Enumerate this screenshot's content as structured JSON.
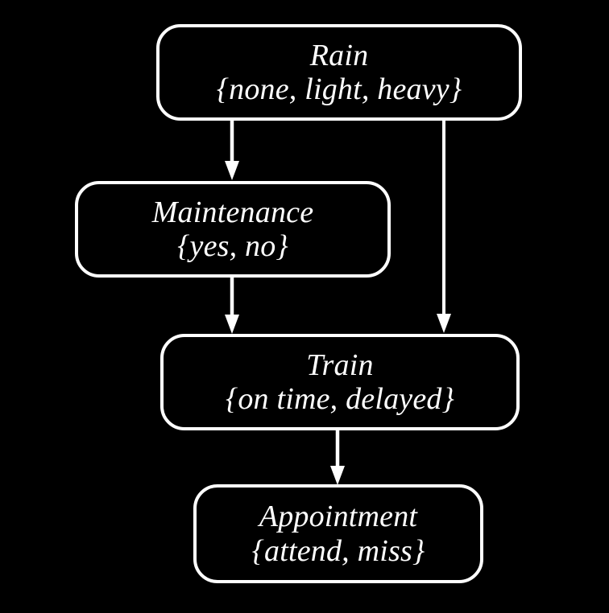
{
  "diagram": {
    "type": "bayesian-network",
    "background_color": "#000000",
    "node_border_color": "#ffffff",
    "node_fill_color": "#000000",
    "text_color": "#ffffff",
    "edge_color": "#ffffff",
    "nodes": [
      {
        "id": "rain",
        "title": "Rain",
        "states": "{none, light, heavy}",
        "state_list": [
          "none",
          "light",
          "heavy"
        ]
      },
      {
        "id": "maintenance",
        "title": "Maintenance",
        "states": "{yes, no}",
        "state_list": [
          "yes",
          "no"
        ]
      },
      {
        "id": "train",
        "title": "Train",
        "states": "{on time, delayed}",
        "state_list": [
          "on time",
          "delayed"
        ]
      },
      {
        "id": "appointment",
        "title": "Appointment",
        "states": "{attend, miss}",
        "state_list": [
          "attend",
          "miss"
        ]
      }
    ],
    "edges": [
      {
        "id": "rain-to-maintenance",
        "from": "rain",
        "to": "maintenance"
      },
      {
        "id": "rain-to-train",
        "from": "rain",
        "to": "train"
      },
      {
        "id": "maintenance-to-train",
        "from": "maintenance",
        "to": "train"
      },
      {
        "id": "train-to-appointment",
        "from": "train",
        "to": "appointment"
      }
    ]
  }
}
